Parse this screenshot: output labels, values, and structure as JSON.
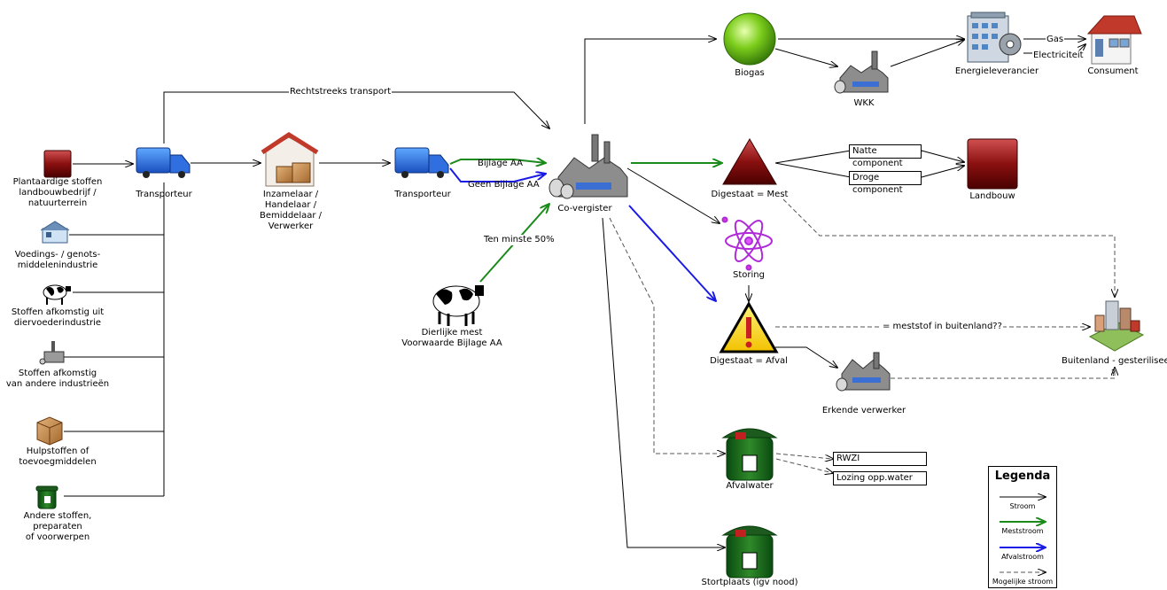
{
  "nodes": {
    "plantaardige": "Plantaardige stoffen\nlandbouwbedrijf /\nnatuurterrein",
    "voedings": "Voedings- / genots-\nmiddelenindustrie",
    "dierdoeder": "Stoffen afkomstig uit\ndiervoederindustrie",
    "andere_ind": "Stoffen afkomstig\nvan andere industrieën",
    "hulpstoffen": "Hulpstoffen of\ntoevoegmiddelen",
    "andere_stoffen": "Andere stoffen,\npreparaten\nof voorwerpen",
    "transporteur1": "Transporteur",
    "inzamelaar": "Inzamelaar /\nHandelaar /\nBemiddelaar /\nVerwerker",
    "transporteur2": "Transporteur",
    "mest": "Dierlijke mest\nVoorwaarde Bijlage AA",
    "covergister": "Co-vergister",
    "biogas": "Biogas",
    "wkk": "WKK",
    "energie": "Energieleverancier",
    "consument": "Consument",
    "digestaat_mest": "Digestaat = Mest",
    "landbouw": "Landbouw",
    "storing": "Storing",
    "digestaat_afval": "Digestaat = Afval",
    "erkende": "Erkende verwerker",
    "buitenland": "Buitenland - gesteriliseerd?",
    "afvalwater": "Afvalwater",
    "stortplaats": "Stortplaats (igv nood)"
  },
  "edge_labels": {
    "rechtstreeks": "Rechtstreeks transport",
    "bijlage": "Bijlage AA",
    "geen_bijlage": "Geen Bijlage AA",
    "ten_minste": "Ten minste 50%",
    "gas": "Gas",
    "electriciteit": "Electriciteit",
    "meststof": "= meststof in buitenland??",
    "question1": "?"
  },
  "boxes": {
    "natte": "Natte component",
    "droge": "Droge component",
    "rwzi": "RWZI",
    "lozing": "Lozing opp.water"
  },
  "legend": {
    "title": "Legenda",
    "items": [
      {
        "label": "Stroom",
        "color": "#000000",
        "style": "solid"
      },
      {
        "label": "Meststroom",
        "color": "#1a8a1a",
        "style": "solid"
      },
      {
        "label": "Afvalstroom",
        "color": "#1a1ae6",
        "style": "solid"
      },
      {
        "label": "Mogelijke stroom",
        "color": "#000000",
        "style": "dashed"
      }
    ]
  },
  "colors": {
    "stroom": "#000000",
    "meststroom": "#1a8a1a",
    "afvalstroom": "#1a1ae6",
    "possible": "#555555"
  }
}
